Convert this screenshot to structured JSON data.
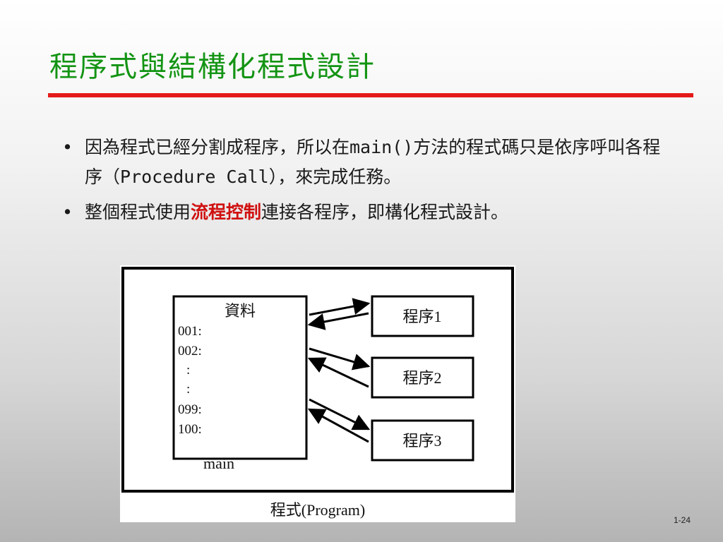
{
  "slide": {
    "title": "程序式與結構化程式設計",
    "number": "1-24"
  },
  "bullets": [
    {
      "text": "因為程式已經分割成程序，所以在main()方法的程式碼只是依序呼叫各程序（Procedure Call），來完成任務。"
    },
    {
      "before": "整個程式使用",
      "highlight": "流程控制",
      "after": "連接各程序，即構化程式設計。"
    }
  ],
  "diagram": {
    "data_box": {
      "heading": "資料",
      "lines": [
        "001:",
        "002:",
        ":",
        ":",
        "099:",
        "100:"
      ]
    },
    "main_label": "main",
    "procedures": [
      "程序1",
      "程序2",
      "程序3"
    ],
    "caption": "程式(Program)"
  },
  "colors": {
    "title": "#139413",
    "rule": "#e41a1a",
    "highlight": "#d01010"
  }
}
